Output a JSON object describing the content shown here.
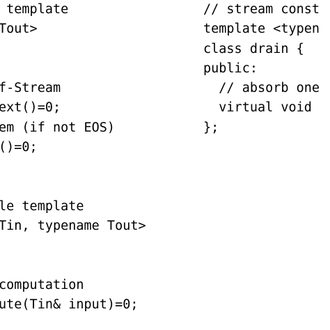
{
  "left_column": {
    "lines": [
      " template",
      "Tout>",
      "",
      "",
      "f-Stream",
      "ext()=0;",
      "em (if not EOS)",
      "()=0;",
      "",
      "",
      "le template",
      "Tin, typename Tout>",
      "",
      "",
      "computation",
      "ute(Tin& input)=0;"
    ]
  },
  "right_column": {
    "lines": [
      "// stream const",
      "template <typen",
      "class drain {",
      "public:",
      "  // absorb one",
      "  virtual void",
      "};"
    ]
  }
}
